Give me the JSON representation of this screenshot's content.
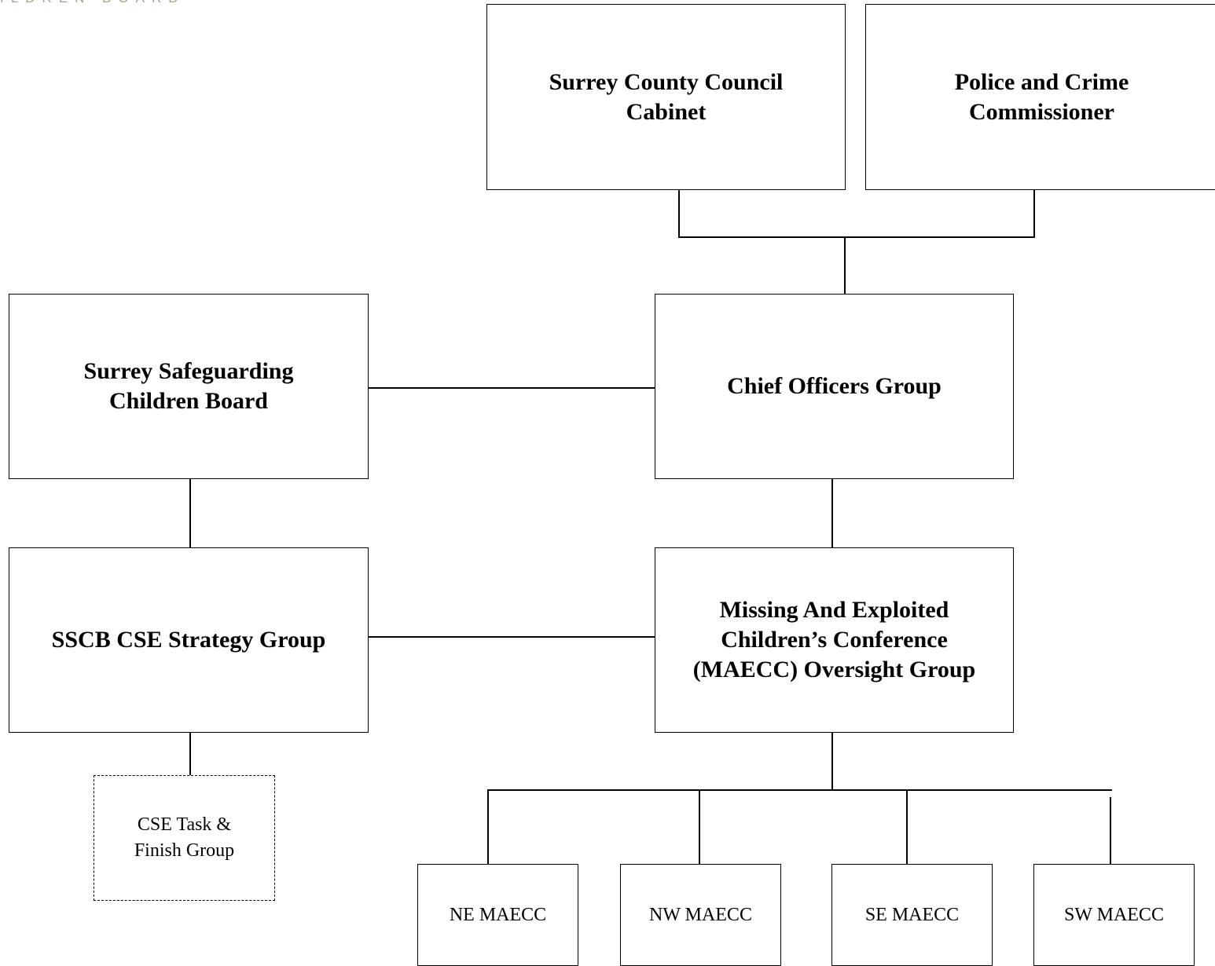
{
  "header": {
    "fragment": "ILDREN BOARD"
  },
  "boxes": {
    "cabinet": "Surrey County Council\nCabinet",
    "pcc": "Police and Crime\nCommissioner",
    "sscb": "Surrey Safeguarding\nChildren Board",
    "cog": "Chief Officers Group",
    "strategy": "SSCB CSE Strategy Group",
    "maecc_oversight": "Missing And Exploited\nChildren’s Conference\n(MAECC) Oversight Group",
    "task_finish": "CSE Task &\nFinish Group",
    "ne": "NE MAECC",
    "nw": "NW MAECC",
    "se": "SE MAECC",
    "sw": "SW MAECC"
  }
}
